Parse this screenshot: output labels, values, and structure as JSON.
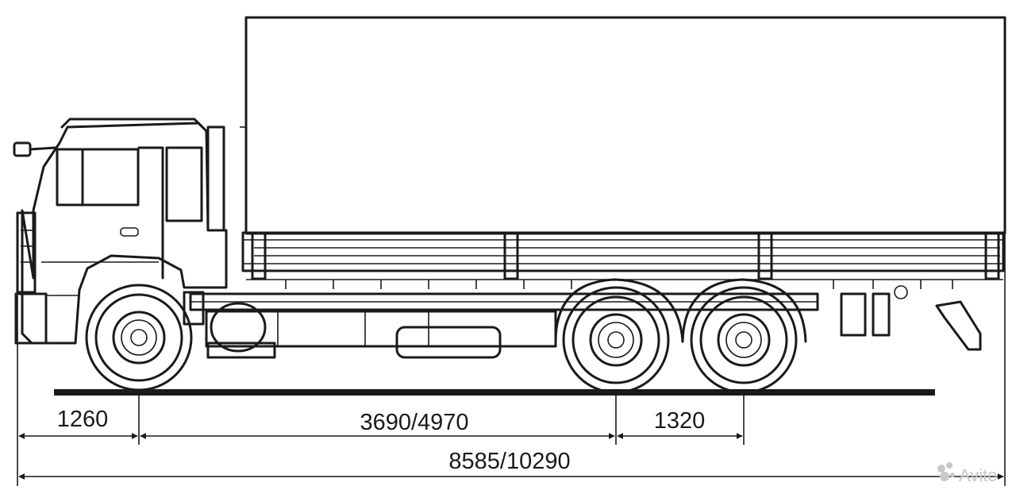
{
  "dimensions": {
    "front_overhang": "1260",
    "wheelbase": "3690/4970",
    "rear_axle_spacing": "1320",
    "overall_length": "8585/10290"
  },
  "watermark": {
    "text": "Avito",
    "icon": "avito-logo-icon"
  },
  "colors": {
    "line": "#1a1a1a",
    "background": "#ffffff",
    "watermark": "#c8c8c8"
  }
}
